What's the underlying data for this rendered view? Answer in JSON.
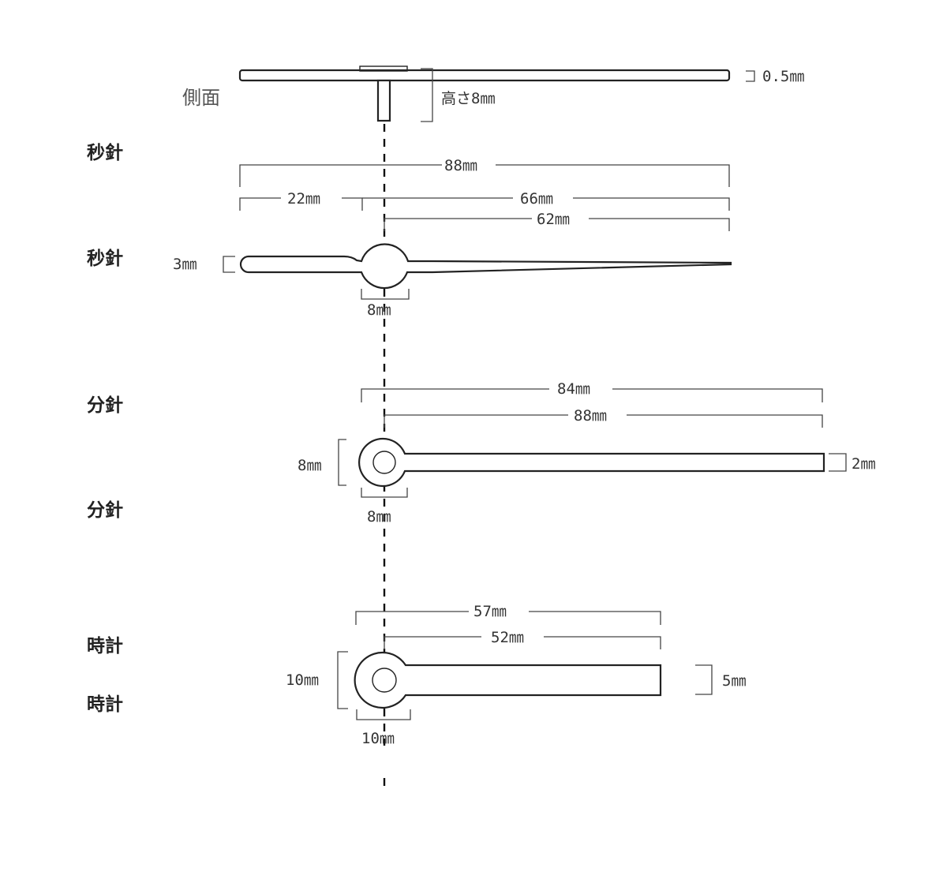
{
  "side_view": {
    "label": "側面",
    "thickness_label": "0.5㎜",
    "height_label": "高さ8㎜"
  },
  "second_hand": {
    "heading_top": "秒針",
    "heading": "秒針",
    "total_length": "88㎜",
    "tail_length": "22㎜",
    "front_length": "66㎜",
    "center_to_tip": "62㎜",
    "tail_width": "3㎜",
    "hub_diameter": "8㎜"
  },
  "minute_hand": {
    "heading_top": "分針",
    "heading": "分針",
    "total_length": "84㎜",
    "center_to_tip": "88㎜",
    "hub_height": "8㎜",
    "hub_width": "8㎜",
    "blade_width": "2㎜"
  },
  "hour_hand": {
    "heading_top": "時計",
    "heading": "時計",
    "total_length": "57㎜",
    "center_to_tip": "52㎜",
    "hub_height": "10㎜",
    "hub_width": "10㎜",
    "blade_width": "5㎜"
  }
}
